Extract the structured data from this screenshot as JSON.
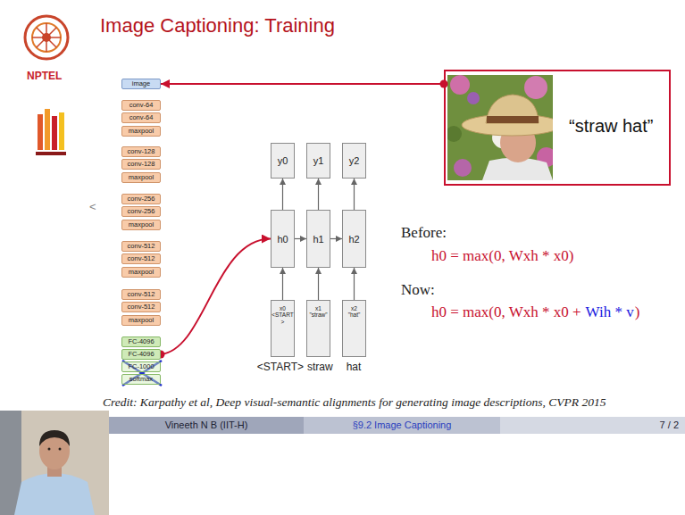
{
  "diagram": {
    "title": "Image Captioning: Training",
    "nodes": [
      {
        "text": [
          "image"
        ]
      },
      {
        "text": [
          "conv-64"
        ]
      },
      {
        "text": [
          "conv-64"
        ]
      },
      {
        "text": [
          "maxpool"
        ]
      },
      {
        "text": [
          "conv-128"
        ]
      },
      {
        "text": [
          "conv-128"
        ]
      },
      {
        "text": [
          "maxpool"
        ]
      },
      {
        "text": [
          "conv-256"
        ]
      },
      {
        "text": [
          "conv-256"
        ]
      },
      {
        "text": [
          "maxpool"
        ]
      },
      {
        "text": [
          "conv-512"
        ]
      },
      {
        "text": [
          "conv-512"
        ]
      },
      {
        "text": [
          "maxpool"
        ]
      },
      {
        "text": [
          "conv-512"
        ]
      },
      {
        "text": [
          "conv-512"
        ]
      },
      {
        "text": [
          "maxpool"
        ]
      },
      {
        "text": [
          "FC-4096"
        ]
      },
      {
        "text": [
          "FC-4096"
        ]
      },
      {
        "text": [
          "FC-1000"
        ]
      },
      {
        "text": [
          "softmax"
        ]
      },
      {
        "text": [
          "y0"
        ]
      },
      {
        "text": [
          "y1"
        ]
      },
      {
        "text": [
          "y2"
        ]
      },
      {
        "text": [
          "h0"
        ]
      },
      {
        "text": [
          "h1"
        ]
      },
      {
        "text": [
          "h2"
        ]
      },
      {
        "text": [
          "x0",
          "<START>"
        ]
      },
      {
        "text": [
          "x1",
          "\"straw\""
        ]
      },
      {
        "text": [
          "x2",
          "\"hat\""
        ]
      },
      {
        "text": [
          "“straw hat”"
        ]
      }
    ],
    "edges": [
      {
        "from": 29,
        "to": 0,
        "arrow": "to"
      },
      {
        "from": 17,
        "to": 23,
        "arrow": "to"
      },
      {
        "from": 26,
        "to": 23,
        "arrow": "to"
      },
      {
        "from": 27,
        "to": 24,
        "arrow": "to"
      },
      {
        "from": 28,
        "to": 25,
        "arrow": "to"
      },
      {
        "from": 23,
        "to": 24,
        "arrow": "to"
      },
      {
        "from": 24,
        "to": 25,
        "arrow": "to"
      },
      {
        "from": 23,
        "to": 20,
        "arrow": "to"
      },
      {
        "from": 24,
        "to": 21,
        "arrow": "to"
      },
      {
        "from": 25,
        "to": 22,
        "arrow": "to"
      }
    ],
    "labels": [
      "NPTEL",
      "<",
      "<START>",
      "straw",
      "hat",
      "Before:",
      "h0 = max(0, Wxh * x0)",
      "Now:",
      "h0 = max(0, Wxh * x0 +",
      "Wih * v",
      ")",
      "Credit: Karpathy et al, Deep visual-semantic alignments for generating image descriptions, CVPR 2015",
      "Vineeth N B (IIT-H)",
      "§9.2 Image Captioning",
      "7 / 2"
    ]
  }
}
